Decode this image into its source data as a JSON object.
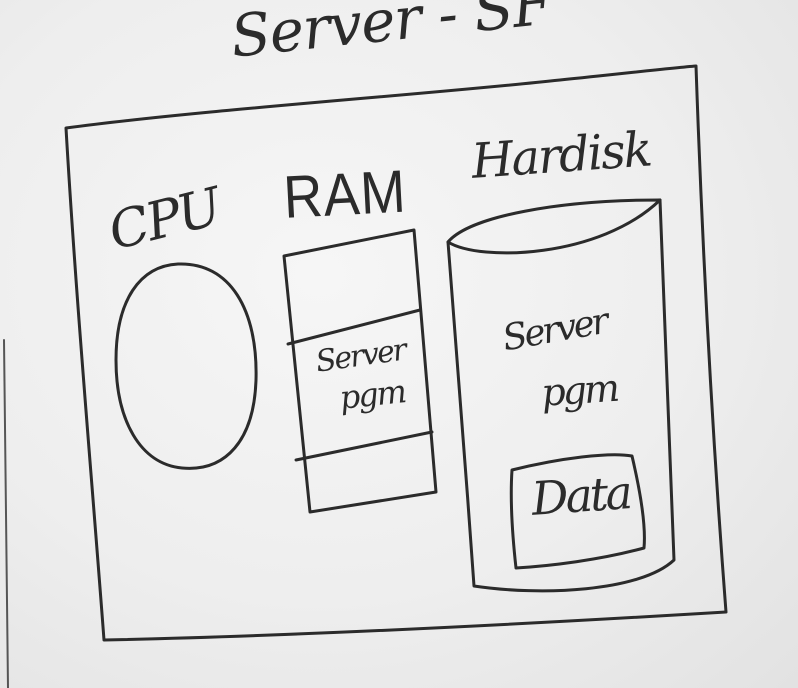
{
  "diagram": {
    "title": "Server - SF",
    "components": {
      "cpu": {
        "label": "CPU"
      },
      "ram": {
        "label": "RAM",
        "content_line1": "Server",
        "content_line2": "pgm"
      },
      "harddisk": {
        "label": "Hardisk",
        "content_line1": "Server",
        "content_line2": "pgm",
        "data_label": "Data"
      }
    }
  }
}
